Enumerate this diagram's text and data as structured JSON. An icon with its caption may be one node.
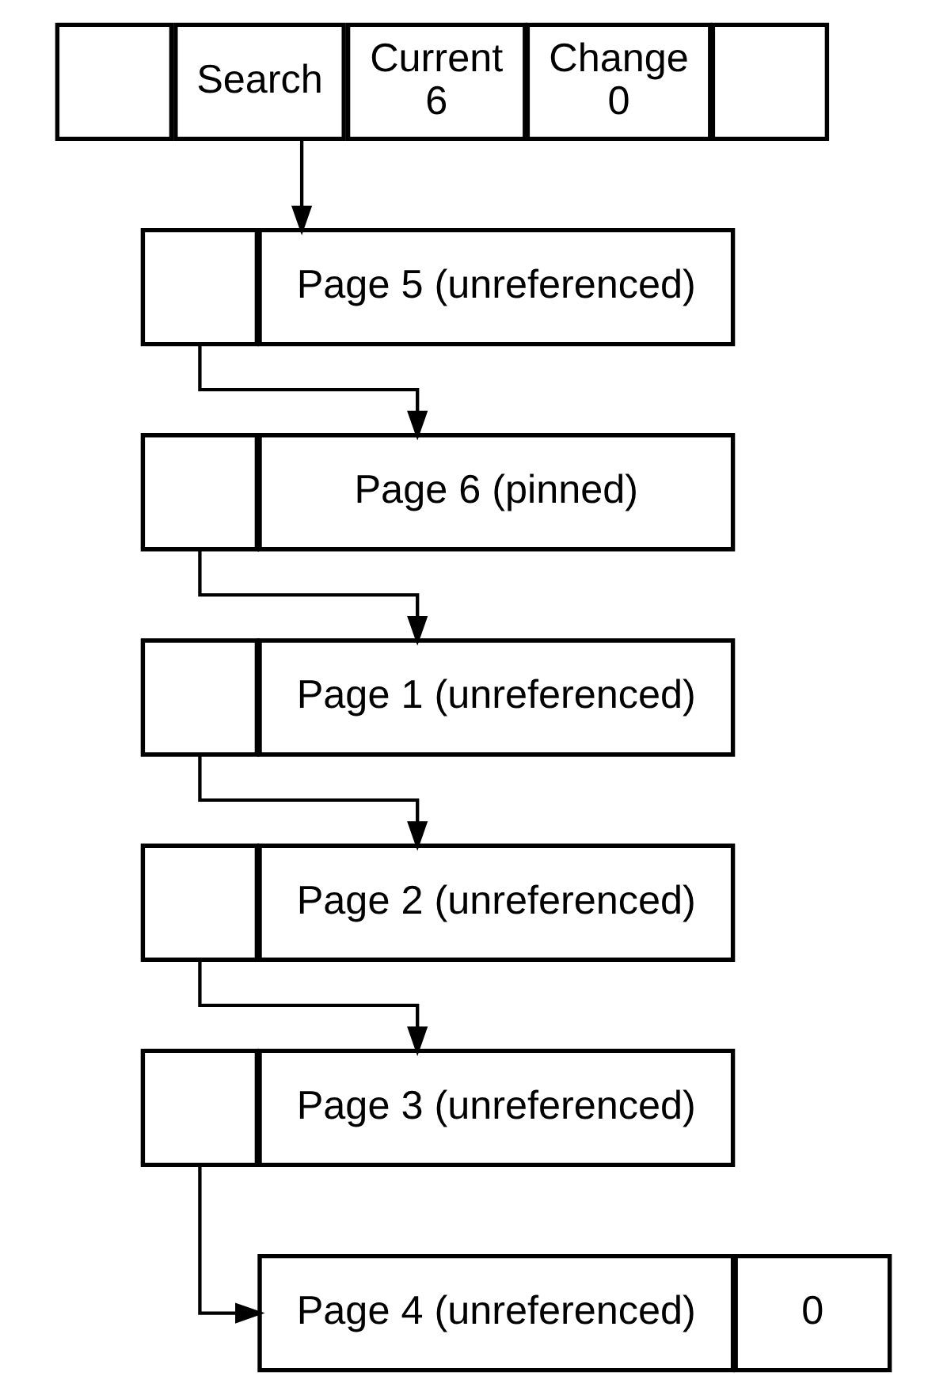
{
  "diagram": {
    "nodes": [
      {
        "text": [],
        "shape": "box"
      },
      {
        "text": [
          "Search"
        ]
      },
      {
        "text": [
          "Current",
          "6"
        ]
      },
      {
        "text": [
          "Change",
          "0"
        ]
      },
      {
        "text": [],
        "shape": "box"
      },
      {
        "text": [
          "Page 5 (unreferenced)"
        ]
      },
      {
        "text": [],
        "shape": "box"
      },
      {
        "text": [
          "Page 6 (pinned)"
        ]
      },
      {
        "text": [],
        "shape": "box"
      },
      {
        "text": [
          "Page 1 (unreferenced)"
        ]
      },
      {
        "text": [],
        "shape": "box"
      },
      {
        "text": [
          "Page 2 (unreferenced)"
        ]
      },
      {
        "text": [],
        "shape": "box"
      },
      {
        "text": [
          "Page 3 (unreferenced)"
        ]
      },
      {
        "text": [],
        "shape": "box"
      },
      {
        "text": [
          "Page 4 (unreferenced)"
        ]
      },
      {
        "text": [
          "0"
        ]
      }
    ],
    "edges": [
      {
        "from": 1,
        "to": 5,
        "arrow": "to"
      },
      {
        "from": 6,
        "to": 7,
        "arrow": "to"
      },
      {
        "from": 8,
        "to": 9,
        "arrow": "to"
      },
      {
        "from": 10,
        "to": 11,
        "arrow": "to"
      },
      {
        "from": 12,
        "to": 13,
        "arrow": "to"
      },
      {
        "from": 14,
        "to": 15,
        "arrow": "to"
      }
    ]
  }
}
